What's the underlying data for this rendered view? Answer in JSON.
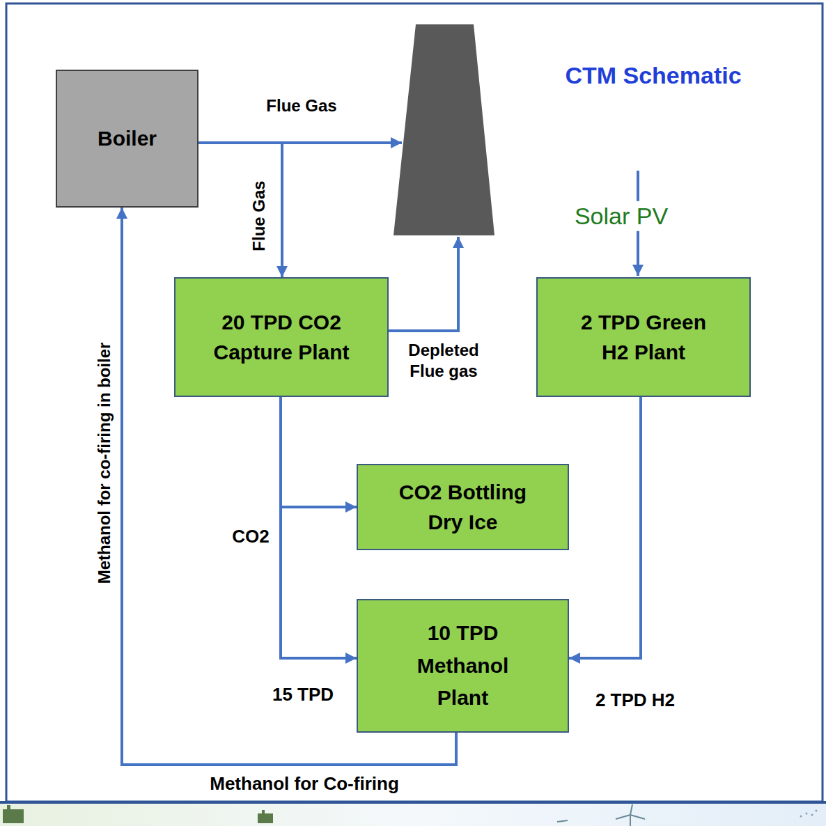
{
  "diagram": {
    "title": "CTM Schematic",
    "nodes": [
      {
        "text": [
          "Boiler"
        ]
      },
      {
        "text": [
          "20 TPD CO2 Capture Plant"
        ]
      },
      {
        "text": [
          "2 TPD Green H2 Plant"
        ]
      },
      {
        "text": [
          "CO2 Bottling Dry Ice"
        ]
      },
      {
        "text": [
          "10 TPD Methanol Plant"
        ]
      }
    ],
    "edges": [
      {
        "from": 0,
        "to": 1,
        "label": "Flue Gas",
        "arrow": "to"
      },
      {
        "from": 1,
        "to": 3,
        "label": "CO2",
        "arrow": "to"
      },
      {
        "from": 1,
        "to": 4,
        "label": "15 TPD",
        "arrow": "to"
      },
      {
        "from": 2,
        "to": 4,
        "label": "2 TPD H2",
        "arrow": "to"
      },
      {
        "from": 4,
        "to": 0,
        "label": "Methanol for Co-firing",
        "arrow": "to"
      }
    ],
    "labels": [
      "Flue Gas",
      "Depleted Flue gas",
      "Solar PV",
      "Methanol for co-firing in boiler"
    ]
  }
}
